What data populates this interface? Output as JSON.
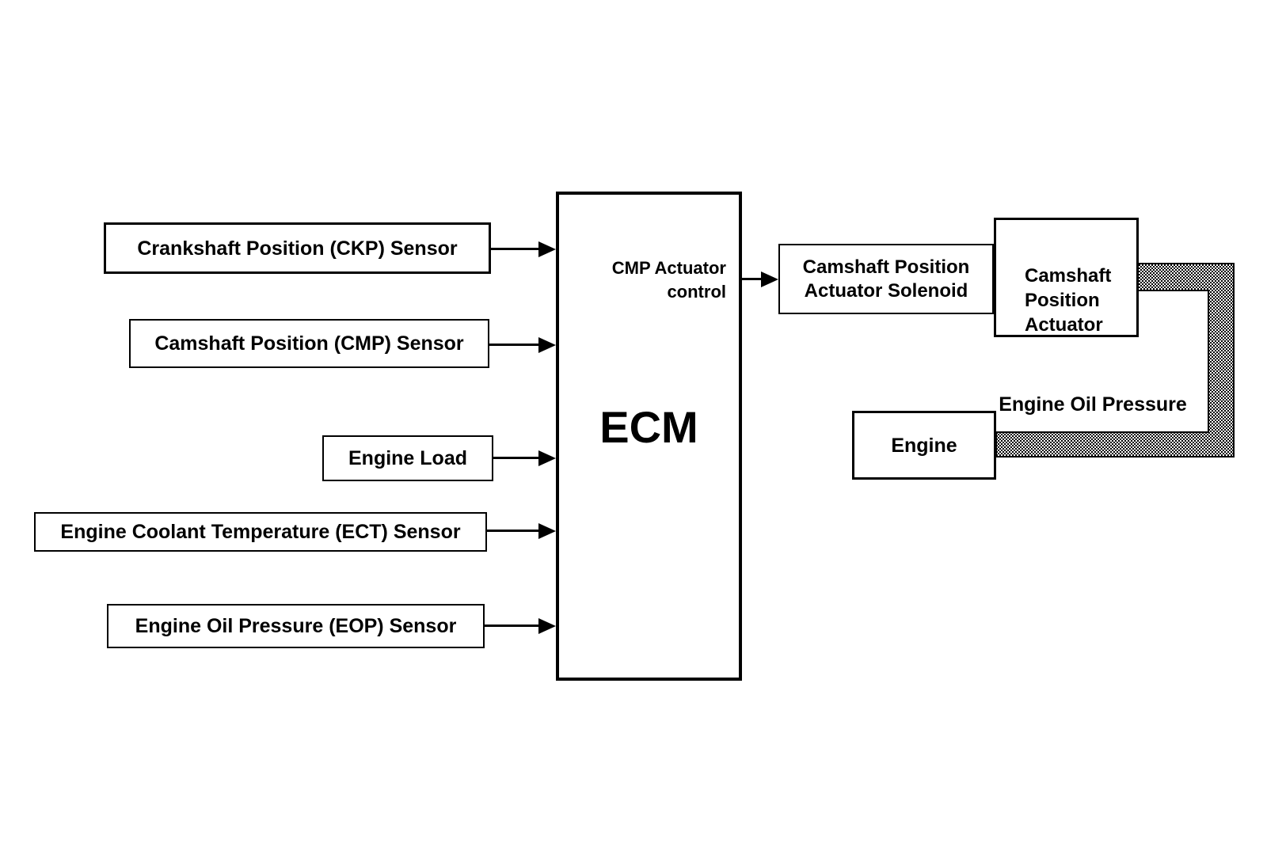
{
  "diagram": {
    "ecm": {
      "label": "ECM",
      "control_label": "CMP Actuator\ncontrol"
    },
    "inputs": [
      {
        "label": "Crankshaft Position (CKP) Sensor"
      },
      {
        "label": "Camshaft Position (CMP) Sensor"
      },
      {
        "label": "Engine Load"
      },
      {
        "label": "Engine Coolant Temperature (ECT) Sensor"
      },
      {
        "label": "Engine Oil Pressure (EOP) Sensor"
      }
    ],
    "outputs": {
      "solenoid_label": "Camshaft Position\nActuator Solenoid",
      "actuator_label": "Camshaft\nPosition\nActuator",
      "engine_label": "Engine",
      "oil_pressure_label": "Engine Oil Pressure"
    },
    "colors": {
      "line": "#000000",
      "background": "#ffffff"
    }
  }
}
